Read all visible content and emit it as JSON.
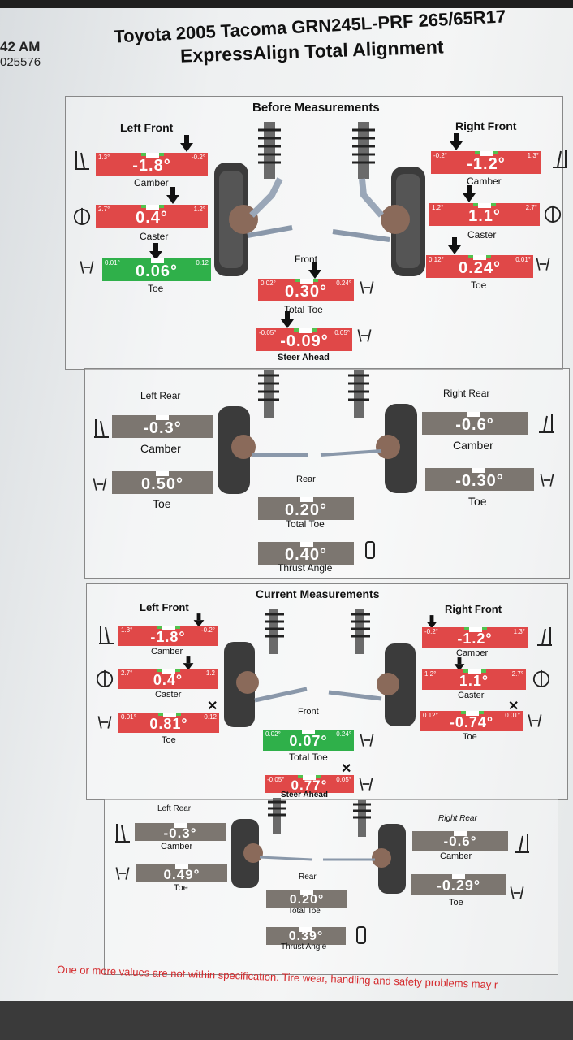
{
  "header": {
    "time": "42 AM",
    "id": "025576",
    "title_line1": "Toyota 2005 Tacoma GRN245L-PRF 265/65R17",
    "title_line2": "ExpressAlign Total Alignment"
  },
  "before": {
    "section_title": "Before Measurements",
    "left_front": "Left Front",
    "right_front": "Right Front",
    "front": "Front",
    "left_rear": "Left Rear",
    "right_rear": "Right Rear",
    "rear": "Rear",
    "lf_camber": {
      "value": "-1.8°",
      "min": "1.3°",
      "max": "-0.2°",
      "label": "Camber"
    },
    "lf_caster": {
      "value": "0.4°",
      "min": "2.7°",
      "max": "1.2°",
      "label": "Caster"
    },
    "lf_toe": {
      "value": "0.06°",
      "min": "0.01°",
      "max": "0.12",
      "label": "Toe"
    },
    "rf_camber": {
      "value": "-1.2°",
      "min": "-0.2°",
      "max": "1.3°",
      "label": "Camber"
    },
    "rf_caster": {
      "value": "1.1°",
      "min": "1.2°",
      "max": "2.7°",
      "label": "Caster"
    },
    "rf_toe": {
      "value": "0.24°",
      "min": "0.12°",
      "max": "0.01°",
      "label": "Toe"
    },
    "total_toe": {
      "value": "0.30°",
      "min": "0.02°",
      "max": "0.24°",
      "label": "Total Toe"
    },
    "steer_ahead": {
      "value": "-0.09°",
      "min": "-0.05°",
      "max": "0.05°",
      "label": "Steer Ahead"
    },
    "lr_camber": {
      "value": "-0.3°",
      "label": "Camber"
    },
    "lr_toe": {
      "value": "0.50°",
      "label": "Toe"
    },
    "rr_camber": {
      "value": "-0.6°",
      "label": "Camber"
    },
    "rr_toe": {
      "value": "-0.30°",
      "label": "Toe"
    },
    "rear_total_toe": {
      "value": "0.20°",
      "label": "Total Toe"
    },
    "thrust": {
      "value": "0.40°",
      "label": "Thrust Angle"
    }
  },
  "current": {
    "section_title": "Current Measurements",
    "left_front": "Left Front",
    "right_front": "Right Front",
    "front": "Front",
    "left_rear": "Left Rear",
    "right_rear": "Right Rear",
    "rear": "Rear",
    "lf_camber": {
      "value": "-1.8°",
      "min": "1.3°",
      "max": "-0.2°",
      "label": "Camber"
    },
    "lf_caster": {
      "value": "0.4°",
      "min": "2.7°",
      "max": "1.2",
      "label": "Caster"
    },
    "lf_toe": {
      "value": "0.81°",
      "min": "0.01°",
      "max": "0.12",
      "label": "Toe"
    },
    "rf_camber": {
      "value": "-1.2°",
      "min": "-0.2°",
      "max": "1.3°",
      "label": "Camber"
    },
    "rf_caster": {
      "value": "1.1°",
      "min": "1.2°",
      "max": "2.7°",
      "label": "Caster"
    },
    "rf_toe": {
      "value": "-0.74°",
      "min": "0.12°",
      "max": "0.01°",
      "label": "Toe"
    },
    "total_toe": {
      "value": "0.07°",
      "min": "0.02°",
      "max": "0.24°",
      "label": "Total Toe"
    },
    "steer_ahead": {
      "value": "0.77°",
      "min": "-0.05°",
      "max": "0.05°",
      "label": "Steer Ahead"
    },
    "lr_camber": {
      "value": "-0.3°",
      "label": "Camber"
    },
    "lr_toe": {
      "value": "0.49°",
      "label": "Toe"
    },
    "rr_camber": {
      "value": "-0.6°",
      "label": "Camber"
    },
    "rr_toe": {
      "value": "-0.29°",
      "label": "Toe"
    },
    "rear_total_toe": {
      "value": "0.20°",
      "label": "Total Toe"
    },
    "thrust": {
      "value": "0.39°",
      "label": "Thrust Angle"
    }
  },
  "footer": {
    "warning": "One or more values are not within specification. Tire wear, handling and safety problems may r"
  },
  "colors": {
    "out_of_spec": "#e04848",
    "in_spec": "#2fb04a",
    "rear": "#7c7670"
  }
}
